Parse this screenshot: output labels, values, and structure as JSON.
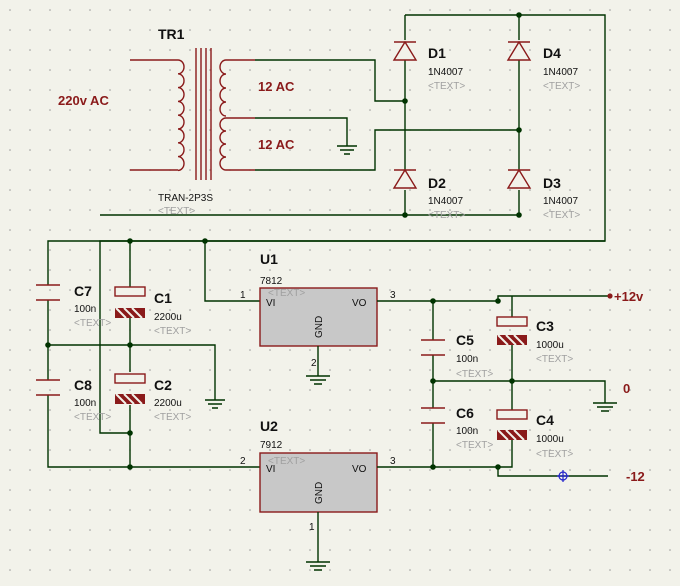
{
  "transformer": {
    "ref": "TR1",
    "part": "TRAN-2P3S",
    "text": "<TEXT>",
    "primary_label": "220v AC",
    "secondary_top": "12 AC",
    "secondary_bottom": "12 AC"
  },
  "diodes": [
    {
      "ref": "D1",
      "part": "1N4007",
      "text": "<TEXT>"
    },
    {
      "ref": "D4",
      "part": "1N4007",
      "text": "<TEXT>"
    },
    {
      "ref": "D2",
      "part": "1N4007",
      "text": "<TEXT>"
    },
    {
      "ref": "D3",
      "part": "1N4007",
      "text": "<TEXT>"
    }
  ],
  "capacitors": [
    {
      "ref": "C7",
      "value": "100n",
      "text": "<TEXT>"
    },
    {
      "ref": "C1",
      "value": "2200u",
      "text": "<TEXT>"
    },
    {
      "ref": "C8",
      "value": "100n",
      "text": "<TEXT>"
    },
    {
      "ref": "C2",
      "value": "2200u",
      "text": "<TEXT>"
    },
    {
      "ref": "C5",
      "value": "100n",
      "text": "<TEXT>"
    },
    {
      "ref": "C3",
      "value": "1000u",
      "text": "<TEXT>"
    },
    {
      "ref": "C6",
      "value": "100n",
      "text": "<TEXT>"
    },
    {
      "ref": "C4",
      "value": "1000u",
      "text": "<TEXT>"
    }
  ],
  "regulators": [
    {
      "ref": "U1",
      "part": "7812",
      "text": "<TEXT>",
      "vi": "VI",
      "vo": "VO",
      "gnd": "GND",
      "pin_in": "1",
      "pin_out": "3",
      "pin_gnd": "2"
    },
    {
      "ref": "U2",
      "part": "7912",
      "text": "<TEXT>",
      "vi": "VI",
      "vo": "VO",
      "gnd": "GND",
      "pin_in": "2",
      "pin_out": "3",
      "pin_gnd": "1"
    }
  ],
  "outputs": {
    "pos": "+12v",
    "zero": "0",
    "neg": "-12"
  },
  "colors": {
    "wire": "#003300",
    "part": "#8a1a1a",
    "body": "#c8c8c8",
    "placeholder": "#a0a0a0",
    "background": "#f2f2ea"
  }
}
